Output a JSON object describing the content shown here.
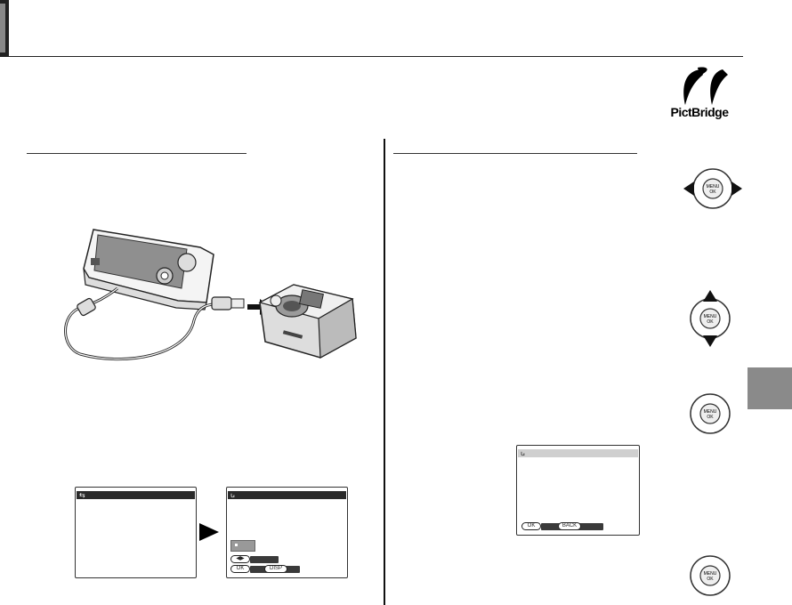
{
  "pictbridge": {
    "label": "PictBridge"
  },
  "screens": {
    "left_playback": {
      "icon": "usb-icon"
    },
    "right_playback": {
      "icon": "pictbridge-icon",
      "ok": "OK",
      "disp": "DISP"
    },
    "print_confirm": {
      "icon": "pictbridge-icon",
      "ok": "OK",
      "back": "BACK"
    }
  },
  "selector": {
    "menu_label_1": "MENU",
    "menu_label_2": "OK"
  },
  "colors": {
    "tab": "#8a8a8a",
    "header": "#222222"
  }
}
